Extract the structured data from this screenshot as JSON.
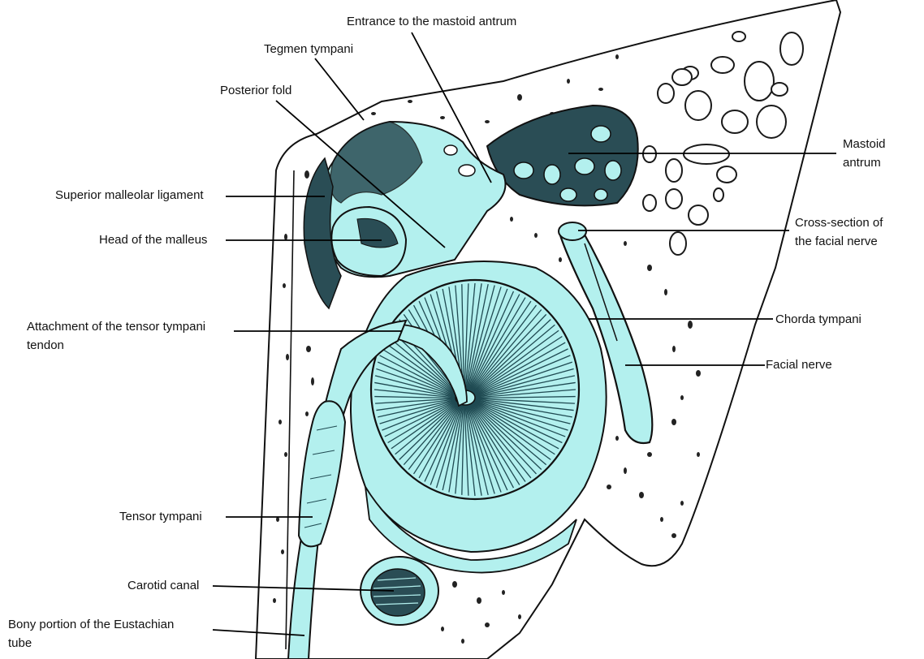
{
  "colors": {
    "background": "#ffffff",
    "tissue_fill": "#b3f0ee",
    "shading": "#1f4a52",
    "ink": "#111111",
    "label_text": "#111111"
  },
  "labels": {
    "entrance_mastoid_antrum": "Entrance to the mastoid antrum",
    "tegmen_tympani": "Tegmen tympani",
    "posterior_fold": "Posterior fold",
    "superior_malleolar_ligament": "Superior malleolar ligament",
    "head_of_malleus": "Head of the malleus",
    "tensor_tympani_tendon_line1": "Attachment of the tensor tympani",
    "tensor_tympani_tendon_line2": "tendon",
    "tensor_tympani": "Tensor tympani",
    "carotid_canal": "Carotid canal",
    "eustachian_line1": "Bony portion of the Eustachian",
    "eustachian_line2": "tube",
    "mastoid_antrum_line1": "Mastoid",
    "mastoid_antrum_line2": "antrum",
    "facial_cross_section_line1": "Cross-section of",
    "facial_cross_section_line2": "the facial nerve",
    "chorda_tympani": "Chorda tympani",
    "facial_nerve": "Facial nerve"
  }
}
